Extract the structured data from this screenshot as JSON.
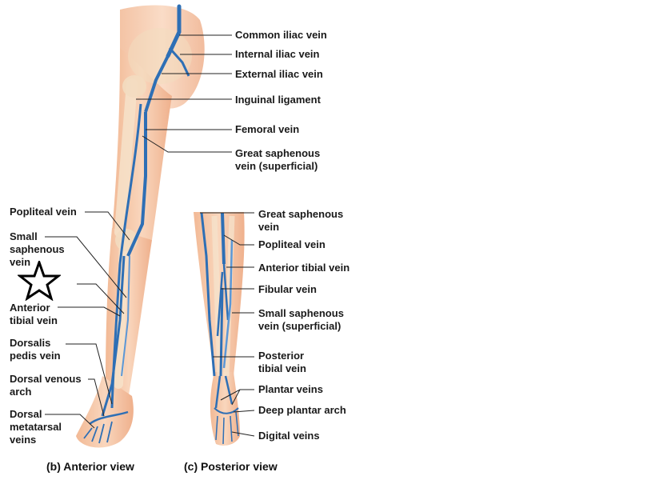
{
  "labels_right_b": [
    {
      "id": "common-iliac",
      "text": "Common iliac vein"
    },
    {
      "id": "internal-iliac",
      "text": "Internal iliac vein"
    },
    {
      "id": "external-iliac",
      "text": "External iliac vein"
    },
    {
      "id": "inguinal-ligament",
      "text": "Inguinal ligament"
    },
    {
      "id": "femoral",
      "text": "Femoral vein"
    },
    {
      "id": "great-saphenous-b",
      "text": "Great saphenous vein (superficial)",
      "lines": [
        "Great saphenous",
        "vein (superficial)"
      ]
    }
  ],
  "labels_left_b": [
    {
      "id": "popliteal-b",
      "lines": [
        "Popliteal vein"
      ]
    },
    {
      "id": "small-saphenous-b",
      "lines": [
        "Small",
        "saphenous",
        "vein"
      ]
    },
    {
      "id": "anterior-tibial-b",
      "lines": [
        "Anterior",
        "tibial vein"
      ]
    },
    {
      "id": "dorsalis-pedis",
      "lines": [
        "Dorsalis",
        "pedis vein"
      ]
    },
    {
      "id": "dorsal-venous-arch",
      "lines": [
        "Dorsal venous",
        "arch"
      ]
    },
    {
      "id": "dorsal-metatarsal",
      "lines": [
        "Dorsal",
        "metatarsal",
        "veins"
      ]
    }
  ],
  "labels_right_c": [
    {
      "id": "great-saphenous-c",
      "lines": [
        "Great saphenous",
        "vein"
      ]
    },
    {
      "id": "popliteal-c",
      "lines": [
        "Popliteal vein"
      ]
    },
    {
      "id": "anterior-tibial-c",
      "lines": [
        "Anterior tibial vein"
      ]
    },
    {
      "id": "fibular",
      "lines": [
        "Fibular vein"
      ]
    },
    {
      "id": "small-saphenous-c",
      "lines": [
        "Small saphenous",
        "vein (superficial)"
      ]
    },
    {
      "id": "posterior-tibial",
      "lines": [
        "Posterior",
        "tibial vein"
      ]
    },
    {
      "id": "plantar",
      "lines": [
        "Plantar veins"
      ]
    },
    {
      "id": "deep-plantar-arch",
      "lines": [
        "Deep plantar arch"
      ]
    },
    {
      "id": "digital",
      "lines": [
        "Digital veins"
      ]
    }
  ],
  "captions": {
    "anterior": "(b) Anterior view",
    "posterior": "(c) Posterior view"
  },
  "colors": {
    "vein": "#2e6fb5",
    "vein_light": "#5b97d6",
    "skin": "#f6c9a8",
    "skin_dark": "#e9a988",
    "bone": "#f3dcc0",
    "leader": "#222222",
    "star": "#000000"
  },
  "marker": {
    "icon": "star-outline-icon"
  }
}
